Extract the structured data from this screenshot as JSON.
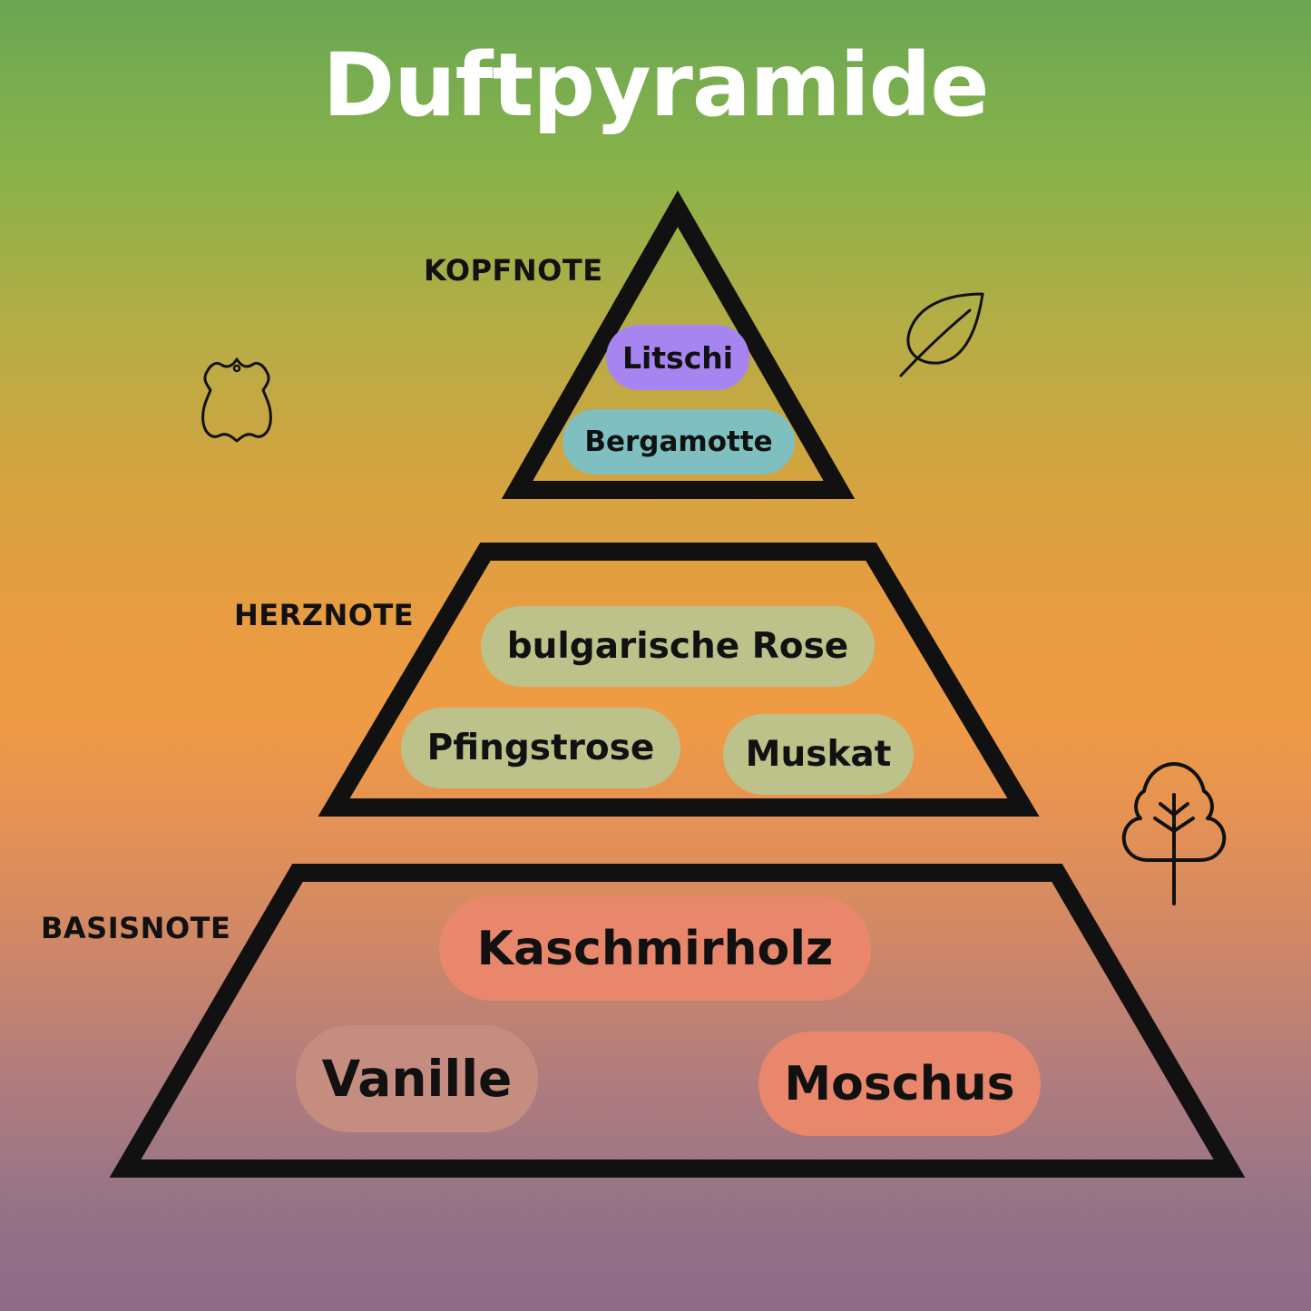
{
  "title": "Duftpyramide",
  "colors": {
    "outline": "#111111",
    "title": "#ffffff",
    "top_note_1": "#a785f0",
    "top_note_2": "#7fbfc0",
    "heart_note": "#bcc28a",
    "base_note_primary": "#e8876c",
    "base_note_secondary": "#c48d80"
  },
  "tiers": {
    "top": {
      "label": "KOPFNOTE",
      "notes": [
        "Litschi",
        "Bergamotte"
      ]
    },
    "heart": {
      "label": "HERZNOTE",
      "notes": [
        "bulgarische Rose",
        "Pfingstrose",
        "Muskat"
      ]
    },
    "base": {
      "label": "BASISNOTE",
      "notes": [
        "Kaschmirholz",
        "Vanille",
        "Moschus"
      ]
    }
  },
  "icons": [
    "leather-icon",
    "leaf-icon",
    "tree-icon"
  ]
}
